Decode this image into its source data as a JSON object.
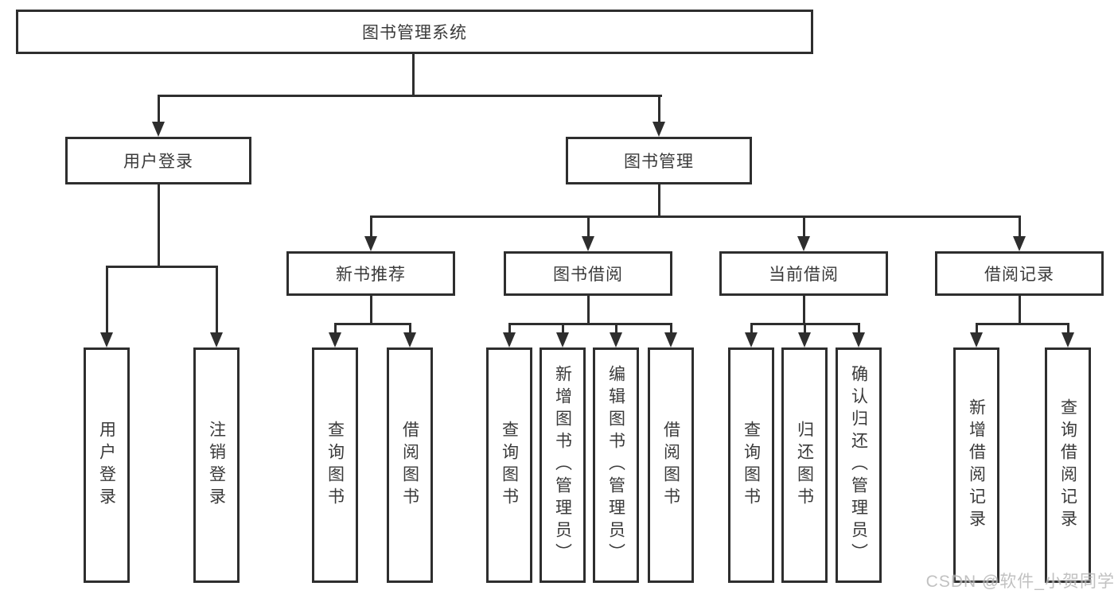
{
  "colors": {
    "line": "#2e2e2e",
    "box_border": "#2e2e2e",
    "text": "#3a3a3a",
    "background": "#ffffff",
    "watermark": "#b7b7b7"
  },
  "root": {
    "label": "图书管理系统"
  },
  "branches": [
    {
      "label": "用户登录",
      "children": [
        {
          "label": "用户登录"
        },
        {
          "label": "注销登录"
        }
      ]
    },
    {
      "label": "图书管理",
      "children": [
        {
          "label": "新书推荐",
          "children": [
            {
              "label": "查询图书"
            },
            {
              "label": "借阅图书"
            }
          ]
        },
        {
          "label": "图书借阅",
          "children": [
            {
              "label": "查询图书"
            },
            {
              "label": "新增图书（管理员）"
            },
            {
              "label": "编辑图书（管理员）"
            },
            {
              "label": "借阅图书"
            }
          ]
        },
        {
          "label": "当前借阅",
          "children": [
            {
              "label": "查询图书"
            },
            {
              "label": "归还图书"
            },
            {
              "label": "确认归还（管理员）"
            }
          ]
        },
        {
          "label": "借阅记录",
          "children": [
            {
              "label": "新增借阅记录"
            },
            {
              "label": "查询借阅记录"
            }
          ]
        }
      ]
    }
  ],
  "watermark": "CSDN @软件_小贺同学"
}
